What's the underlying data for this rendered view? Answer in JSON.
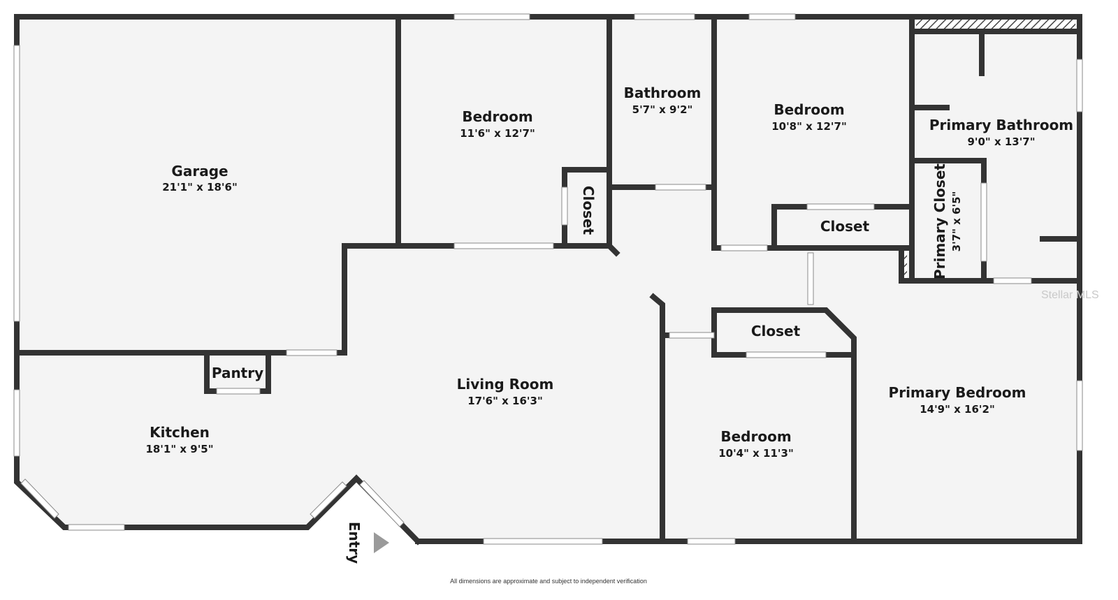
{
  "rooms": {
    "garage": {
      "name": "Garage",
      "dim": "21'1\" x 18'6\""
    },
    "bedroom_top_left": {
      "name": "Bedroom",
      "dim": "11'6\" x 12'7\""
    },
    "bathroom": {
      "name": "Bathroom",
      "dim": "5'7\" x 9'2\""
    },
    "bedroom_top_right": {
      "name": "Bedroom",
      "dim": "10'8\" x 12'7\""
    },
    "primary_bathroom": {
      "name": "Primary Bathroom",
      "dim": "9'0\" x 13'7\""
    },
    "closet_left": {
      "name": "Closet"
    },
    "closet_right": {
      "name": "Closet"
    },
    "primary_closet": {
      "name": "Primary Closet",
      "dim": "3'7\" x 6'5\""
    },
    "closet_center": {
      "name": "Closet"
    },
    "pantry": {
      "name": "Pantry"
    },
    "living_room": {
      "name": "Living Room",
      "dim": "17'6\" x 16'3\""
    },
    "kitchen": {
      "name": "Kitchen",
      "dim": "18'1\" x 9'5\""
    },
    "bedroom_bottom": {
      "name": "Bedroom",
      "dim": "10'4\" x 11'3\""
    },
    "primary_bedroom": {
      "name": "Primary Bedroom",
      "dim": "14'9\" x 16'2\""
    }
  },
  "entry": {
    "label": "Entry"
  },
  "disclaimer": "All dimensions are approximate and subject to independent verification",
  "watermark": "Stellar MLS",
  "colors": {
    "floor": "#f4f4f4",
    "wall": "#333333",
    "window": "#ffffff",
    "entry_arrow": "#9a9a9a"
  }
}
